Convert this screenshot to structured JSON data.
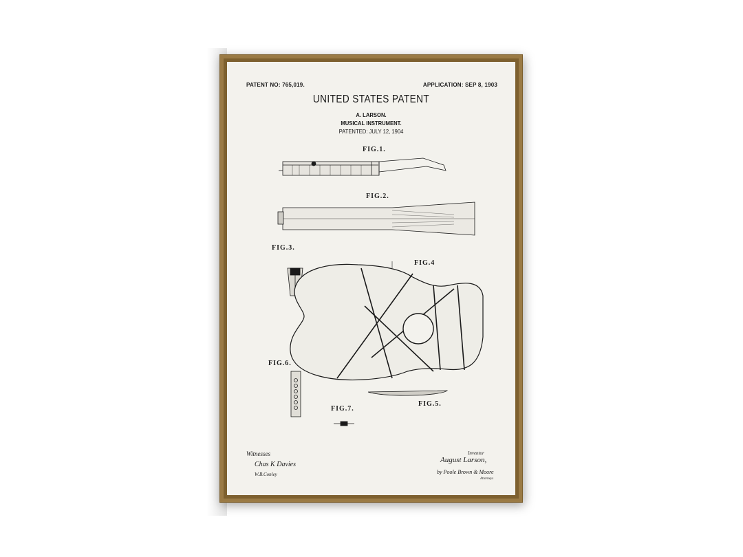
{
  "patent": {
    "patent_no": "PATENT NO: 765,019.",
    "application": "APPLICATION: SEP 8, 1903",
    "title": "UNITED STATES PATENT",
    "inventor": "A. LARSON.",
    "subject": "MUSICAL INSTRUMENT.",
    "patented": "PATENTED: JULY 12, 1904"
  },
  "figures": {
    "fig1": "FIG.1.",
    "fig2": "FIG.2.",
    "fig3": "FIG.3.",
    "fig4": "FIG.4",
    "fig5": "FIG.5.",
    "fig6": "FIG.6.",
    "fig7": "FIG.7."
  },
  "signatures": {
    "witnesses": "Witnesses",
    "witness1": "Chas K Davies",
    "witness2": "W.B.Conley",
    "inventor_label": "Inventor",
    "inventor_sig": "August Larson,",
    "attorneys": "by Poole Brown & Moore",
    "attorneys_label": "Attorneys"
  },
  "colors": {
    "frame": "#9a7a45",
    "paper": "#f3f2ed",
    "ink": "#1a1a1a"
  }
}
